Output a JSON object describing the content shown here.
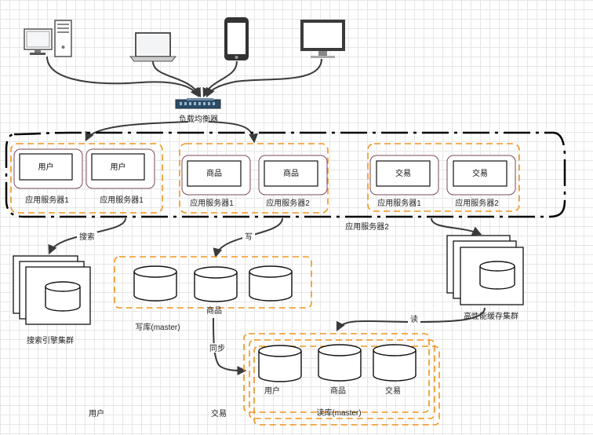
{
  "load_balancer": {
    "label": "负载均衡器"
  },
  "app_servers": [
    {
      "modules": [
        "用户",
        "用户"
      ],
      "labels": [
        "应用服务器1",
        "应用服务器1"
      ]
    },
    {
      "modules": [
        "商品",
        "商品"
      ],
      "labels": [
        "应用服务器1",
        "应用服务器2"
      ]
    },
    {
      "modules": [
        "交易",
        "交易"
      ],
      "labels": [
        "应用服务器1",
        "应用服务器2"
      ]
    }
  ],
  "cluster_label": "应用服务器2",
  "edges": {
    "search": "搜索",
    "write": "写",
    "read": "读",
    "sync": "同步"
  },
  "search_cluster": {
    "label": "搜索引擎集群"
  },
  "cache_cluster": {
    "label": "高性能缓存集群"
  },
  "write_db": {
    "label": "写库(master)",
    "db_label": "商品"
  },
  "read_db": {
    "label": "读库(master)",
    "dbs": [
      "用户",
      "商品",
      "交易"
    ]
  },
  "bottom_labels": [
    "用户",
    "交易"
  ]
}
